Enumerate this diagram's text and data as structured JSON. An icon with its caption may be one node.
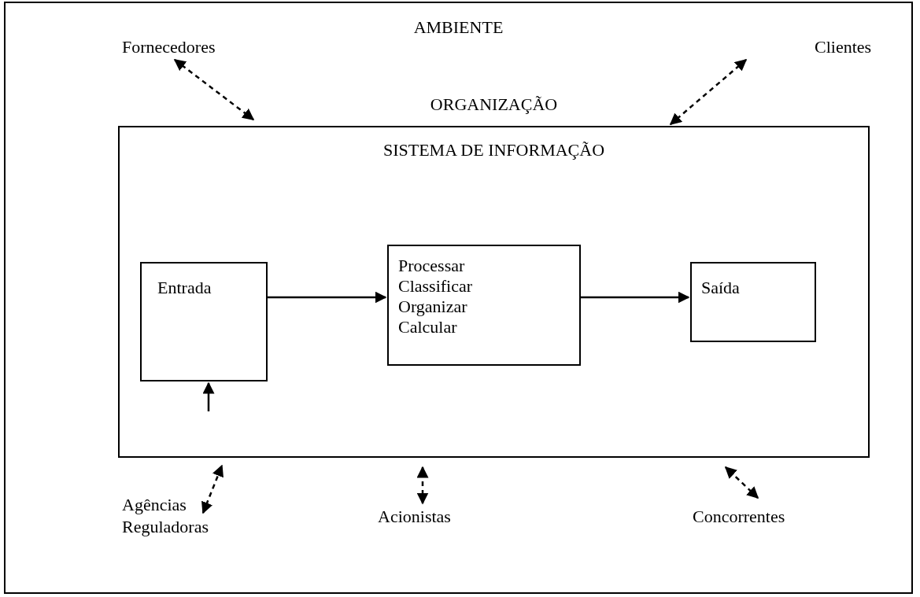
{
  "diagram": {
    "nodes": [
      {
        "text": [
          "AMBIENTE"
        ]
      },
      {
        "text": [
          "Fornecedores"
        ],
        "in": 0
      },
      {
        "text": [
          "Clientes"
        ],
        "in": 0
      },
      {
        "text": [
          "ORGANIZAÇÃO",
          "SISTEMA DE INFORMAÇÃO"
        ],
        "in": 0
      },
      {
        "text": [
          "Entrada"
        ],
        "in": 3
      },
      {
        "text": [
          "Processar",
          "Classificar",
          "Organizar",
          "Calcular"
        ],
        "in": 3
      },
      {
        "text": [
          "Saída"
        ],
        "in": 3
      },
      {
        "text": [
          "Agências Reguladoras"
        ],
        "in": 0
      },
      {
        "text": [
          "Acionistas"
        ],
        "in": 0
      },
      {
        "text": [
          "Concorrentes"
        ],
        "in": 0
      }
    ],
    "edges": [
      {
        "from": 1,
        "to": 3,
        "arrow": "both",
        "style": "dashed"
      },
      {
        "from": 2,
        "to": 3,
        "arrow": "both",
        "style": "dashed"
      },
      {
        "from": 4,
        "to": 5,
        "arrow": "to"
      },
      {
        "from": 5,
        "to": 6,
        "arrow": "to"
      },
      {
        "from": null,
        "to": 4,
        "arrow": "to"
      },
      {
        "from": 7,
        "to": 3,
        "arrow": "both",
        "style": "dashed"
      },
      {
        "from": 8,
        "to": 3,
        "arrow": "both",
        "style": "dashed"
      },
      {
        "from": 9,
        "to": 3,
        "arrow": "both",
        "style": "dashed"
      }
    ]
  }
}
